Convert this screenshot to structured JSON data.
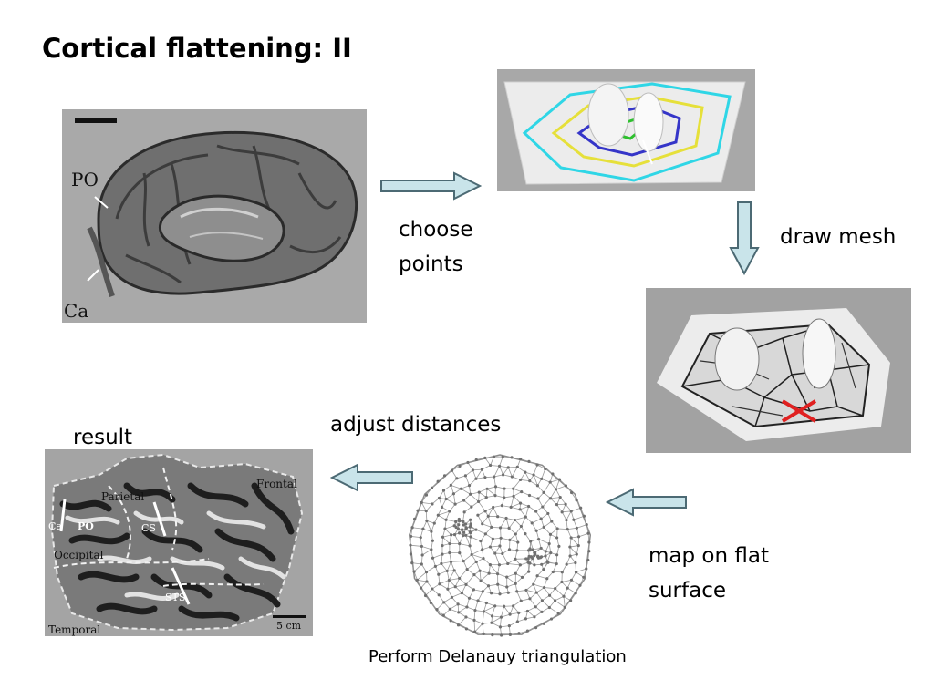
{
  "title": "Cortical flattening: II",
  "steps": {
    "choose": [
      "choose",
      "points"
    ],
    "draw_mesh": "draw mesh",
    "map": [
      "map on flat",
      "surface"
    ],
    "adjust": "adjust distances",
    "result": "result"
  },
  "caption": "Perform Delanauy triangulation",
  "brain_labels": {
    "po": "PO",
    "ca": "Ca"
  },
  "flatmap_labels": {
    "frontal": "Frontal",
    "parietal": "Parietal",
    "cs": "CS",
    "po": "PO",
    "ca": "Ca",
    "occipital": "Occipital",
    "sts": "STS",
    "temporal": "Temporal",
    "scale": "5 cm"
  },
  "colors": {
    "arrow_fill": "#c9e4ea",
    "arrow_stroke": "#4c6a74",
    "panel_gray": "#a8a8a8",
    "contour_cyan": "#2fd6e6",
    "contour_yellow": "#e6e03a",
    "contour_blue": "#3535c8",
    "contour_green": "#2ec02e",
    "mesh_cross": "#e02020"
  },
  "icons": [
    "arrow-right-icon",
    "arrow-down-icon",
    "arrow-left-icon"
  ]
}
